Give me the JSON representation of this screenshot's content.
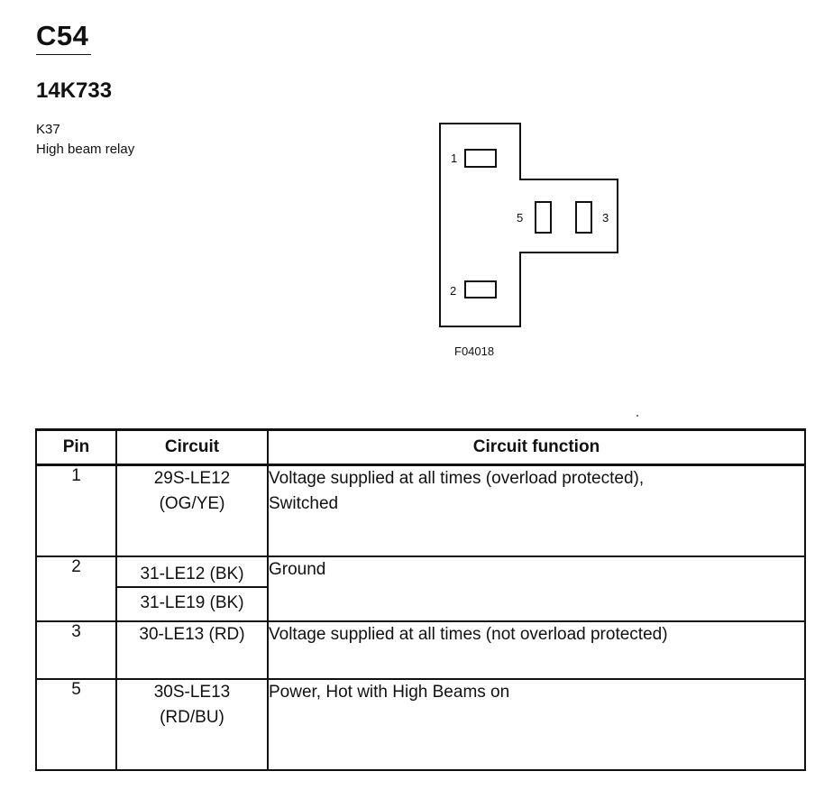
{
  "header": {
    "connector_id": "C54",
    "part_number": "14K733",
    "component_id": "K37",
    "component_name": "High beam relay"
  },
  "diagram": {
    "pins": [
      {
        "label": "1"
      },
      {
        "label": "5"
      },
      {
        "label": "3"
      },
      {
        "label": "2"
      }
    ],
    "figure_id": "F04018"
  },
  "table": {
    "headers": [
      "Pin",
      "Circuit",
      "Circuit function"
    ],
    "rows": [
      {
        "pin": "1",
        "circuits": [
          "29S-LE12",
          "(OG/YE)"
        ],
        "function": [
          "Voltage supplied at all times (overload protected),",
          "Switched"
        ]
      },
      {
        "pin": "2",
        "circuits": [
          "31-LE12 (BK)",
          "31-LE19 (BK)"
        ],
        "function": [
          "Ground"
        ]
      },
      {
        "pin": "3",
        "circuits": [
          "30-LE13 (RD)"
        ],
        "function": [
          "Voltage supplied at all times (not overload protected)"
        ]
      },
      {
        "pin": "5",
        "circuits": [
          "30S-LE13",
          "(RD/BU)"
        ],
        "function": [
          "Power, Hot with High Beams on"
        ]
      }
    ]
  }
}
